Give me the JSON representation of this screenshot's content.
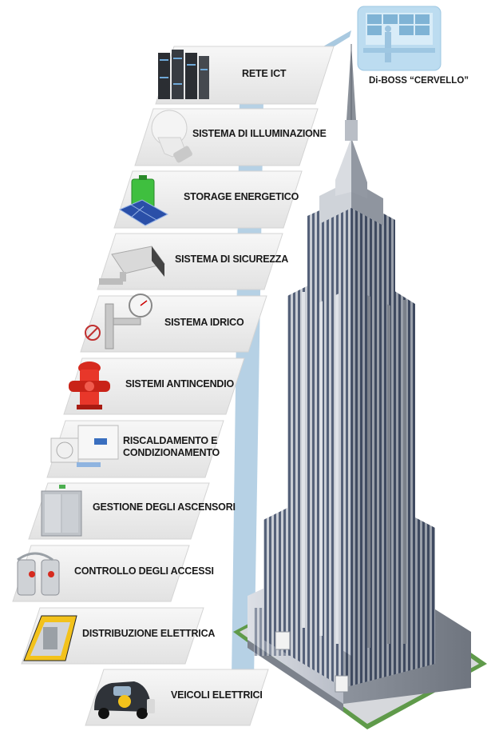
{
  "brain": {
    "label": "Di-BOSS “CERVELLO”"
  },
  "systems": [
    {
      "label": "RETE ICT",
      "icon": "server-rack-icon"
    },
    {
      "label": "SISTEMA DI ILLUMINAZIONE",
      "icon": "light-bulb-icon"
    },
    {
      "label": "STORAGE ENERGETICO",
      "icon": "battery-solar-icon"
    },
    {
      "label": "SISTEMA DI SICUREZZA",
      "icon": "security-camera-icon"
    },
    {
      "label": "SISTEMA IDRICO",
      "icon": "water-pipe-gauge-icon"
    },
    {
      "label": "SISTEMI ANTINCENDIO",
      "icon": "fire-hydrant-icon"
    },
    {
      "label_line1": "RISCALDAMENTO E",
      "label_line2": "CONDIZIONAMENTO",
      "icon": "hvac-unit-icon"
    },
    {
      "label": "GESTIONE DEGLI ASCENSORI",
      "icon": "elevator-icon"
    },
    {
      "label": "CONTROLLO DEGLI ACCESSI",
      "icon": "turnstile-icon"
    },
    {
      "label": "DISTRIBUZIONE ELETTRICA",
      "icon": "electrical-panel-icon"
    },
    {
      "label": "VEICOLI ELETTRICI",
      "icon": "electric-car-icon"
    }
  ],
  "colors": {
    "panel": "#eeeeee",
    "connector": "#a9c9e0",
    "building": "#a6acb4",
    "windows": "#4a5670",
    "ground": "#5f9a4a"
  }
}
